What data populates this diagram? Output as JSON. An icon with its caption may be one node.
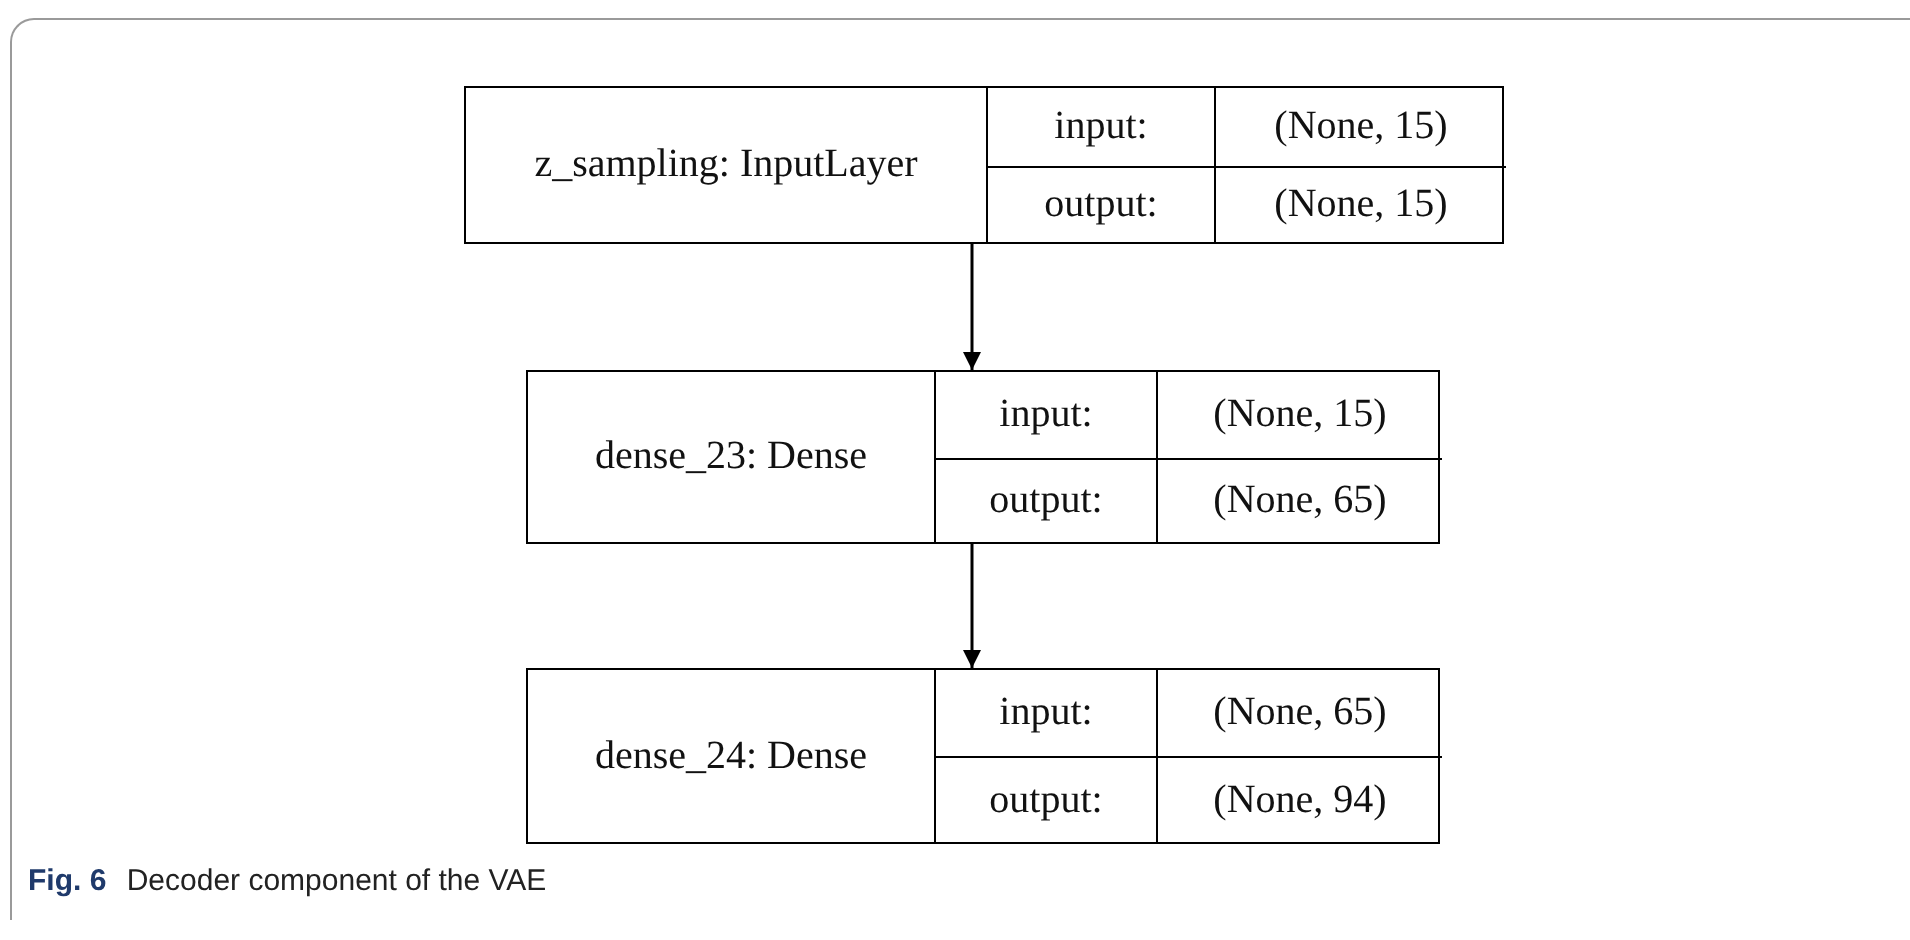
{
  "diagram": {
    "caption": "**Fig. 6** Decoder component of the VAE",
    "nodes": [
      {
        "text": [
          "z_sampling: InputLayer",
          "input:",
          "(None, 15)",
          "output:",
          "(None, 15)"
        ]
      },
      {
        "text": [
          "dense_23: Dense",
          "input:",
          "(None, 15)",
          "output:",
          "(None, 65)"
        ]
      },
      {
        "text": [
          "dense_24: Dense",
          "input:",
          "(None, 65)",
          "output:",
          "(None, 94)"
        ]
      }
    ],
    "edges": [
      {
        "from": 0,
        "to": 1,
        "arrow": "to"
      },
      {
        "from": 1,
        "to": 2,
        "arrow": "to"
      }
    ]
  }
}
